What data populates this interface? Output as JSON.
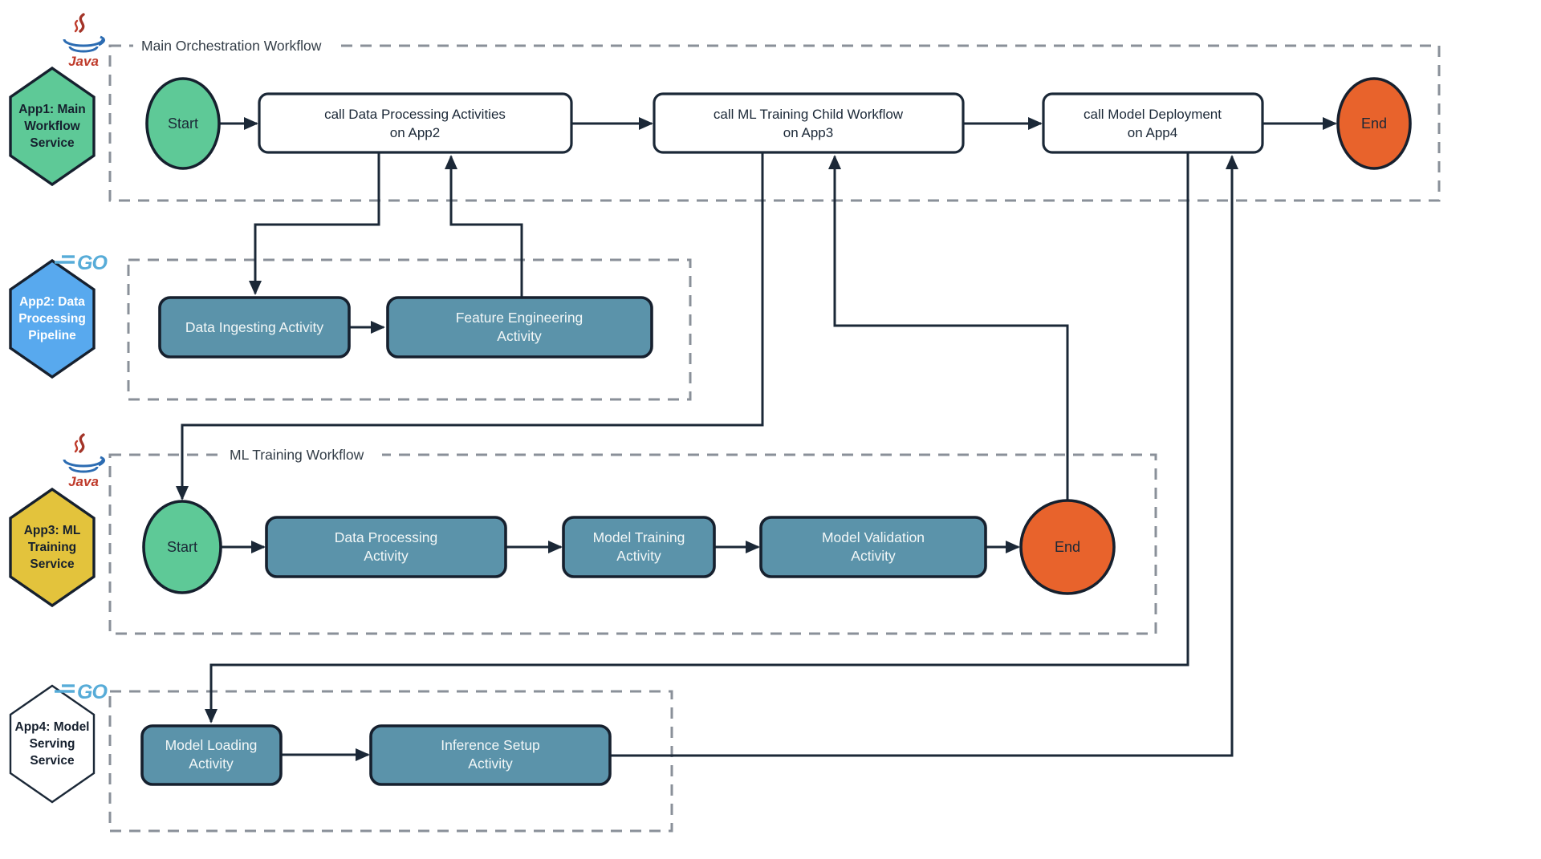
{
  "sections": {
    "main": {
      "label": "Main Orchestration Workflow"
    },
    "ml": {
      "label": "ML Training Workflow"
    }
  },
  "apps": {
    "app1": {
      "line1": "App1: Main",
      "line2": "Workflow",
      "line3": "Service",
      "tech": "Java"
    },
    "app2": {
      "line1": "App2: Data",
      "line2": "Processing",
      "line3": "Pipeline",
      "tech": "GO"
    },
    "app3": {
      "line1": "App3: ML",
      "line2": "Training",
      "line3": "Service",
      "tech": "Java"
    },
    "app4": {
      "line1": "App4: Model",
      "line2": "Serving",
      "line3": "Service",
      "tech": "GO"
    }
  },
  "nodes": {
    "main_start": {
      "label": "Start"
    },
    "call_dp": {
      "line1": "call Data Processing Activities",
      "line2": "on App2"
    },
    "call_ml": {
      "line1": "call ML Training Child Workflow",
      "line2": "on App3"
    },
    "call_md": {
      "line1": "call Model Deployment",
      "line2": "on App4"
    },
    "main_end": {
      "label": "End"
    },
    "ingest": {
      "line1": "Data Ingesting Activity"
    },
    "feature": {
      "line1": "Feature Engineering",
      "line2": "Activity"
    },
    "ml_start": {
      "label": "Start"
    },
    "dp": {
      "line1": "Data Processing",
      "line2": "Activity"
    },
    "mt": {
      "line1": "Model Training",
      "line2": "Activity"
    },
    "mv": {
      "line1": "Model Validation",
      "line2": "Activity"
    },
    "ml_end": {
      "label": "End"
    },
    "load": {
      "line1": "Model Loading",
      "line2": "Activity"
    },
    "infer": {
      "line1": "Inference Setup",
      "line2": "Activity"
    }
  },
  "colors": {
    "line_navy": "#1b2837",
    "start_green": "#5ec997",
    "end_orange": "#e8632c",
    "activity_teal": "#5b93aa",
    "app2_blue": "#58a9ee",
    "app3_yellow": "#e3c33c",
    "dashed_gray": "#8a9099",
    "go_cyan": "#57acd8",
    "java_blue": "#2c6cb2",
    "java_red": "#bf3b2b"
  }
}
